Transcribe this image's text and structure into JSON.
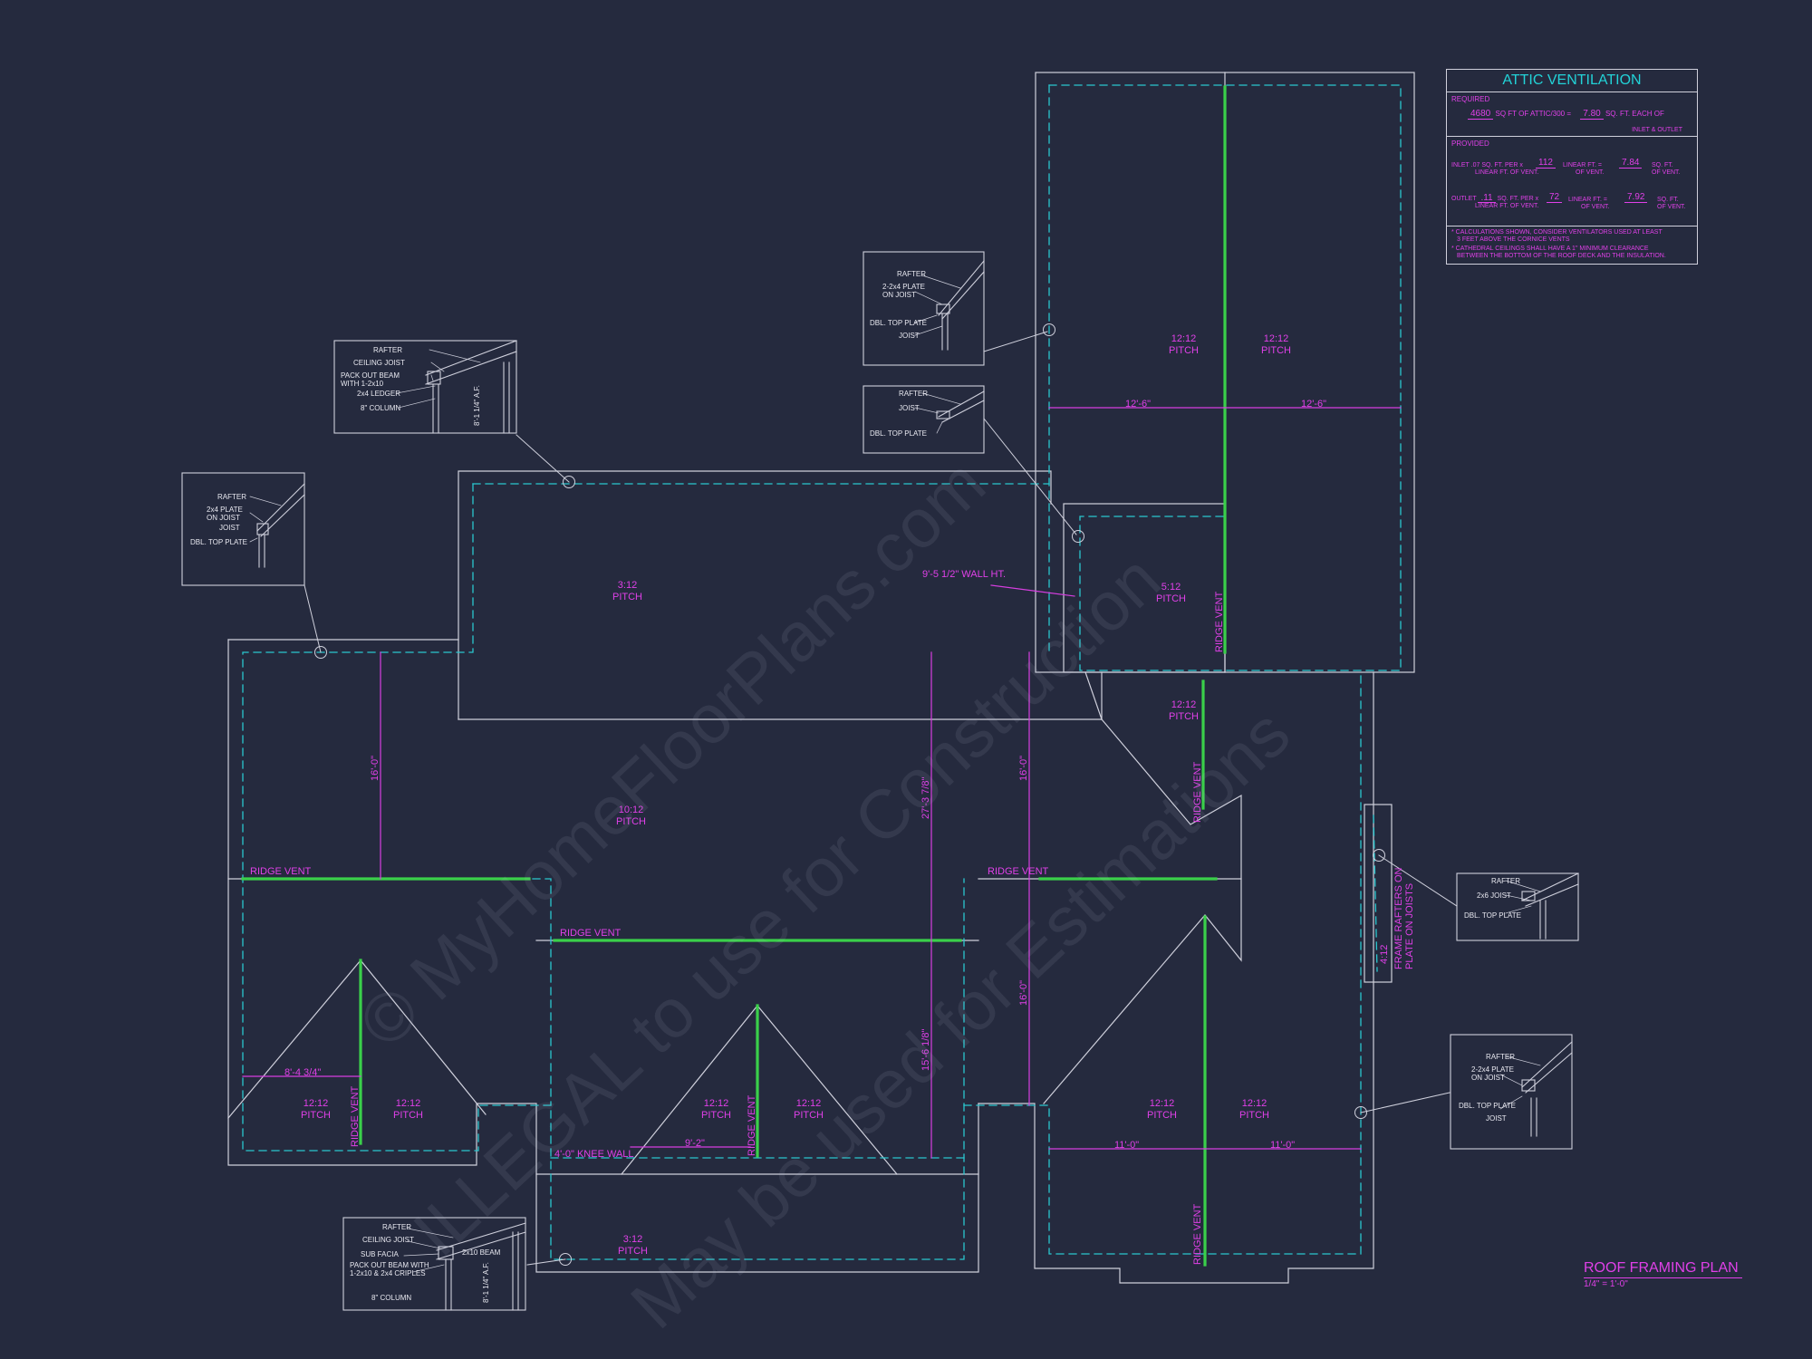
{
  "watermark": {
    "line1": "© MyHomeFloorPlans.com",
    "line2": "ILLEGAL to use for Construction",
    "line3": "May be used for Estimations"
  },
  "attic": {
    "title": "ATTIC VENTILATION",
    "required_label": "REQUIRED",
    "req_sqft": "4680",
    "req_text1": "SQ FT OF ATTIC/300 =",
    "req_result": "7.80",
    "req_text2": "SQ. FT. EACH OF",
    "req_text3": "INLET & OUTLET",
    "provided_label": "PROVIDED",
    "inlet_label": "INLET .07 SQ. FT. PER",
    "inlet_sub": "LINEAR FT. OF VENT.",
    "inlet_x": "x",
    "inlet_len": "112",
    "inlet_unit": "LINEAR FT. =",
    "inlet_unit2": "OF VENT.",
    "inlet_result": "7.84",
    "inlet_res_unit": "SQ. FT.",
    "inlet_res_unit2": "OF VENT.",
    "outlet_label": "OUTLET",
    "outlet_val": ".11",
    "outlet_text": "SQ. FT. PER x",
    "outlet_sub": "LINEAR FT. OF VENT.",
    "outlet_len": "72",
    "outlet_unit": "LINEAR FT. =",
    "outlet_unit2": "OF VENT.",
    "outlet_result": "7.92",
    "outlet_res_unit": "SQ. FT.",
    "outlet_res_unit2": "OF VENT.",
    "note1": "* CALCULATIONS SHOWN, CONSIDER VENTILATORS USED AT LEAST",
    "note1b": "3 FEET ABOVE THE CORNICE VENTS",
    "note2": "* CATHEDRAL CEILINGS SHALL HAVE A 1\" MINIMUM CLEARANCE",
    "note2b": "BETWEEN THE BOTTOM OF THE ROOF DECK AND THE INSULATION."
  },
  "title_block": {
    "title": "ROOF FRAMING PLAN",
    "scale": "1/4\" = 1'-0\""
  },
  "pitches": {
    "p1a": "3:12",
    "p1b": "PITCH",
    "p2a": "10:12",
    "p2b": "PITCH",
    "p3a": "12:12",
    "p3b": "PITCH",
    "p4a": "12:12",
    "p4b": "PITCH",
    "p5a": "5:12",
    "p5b": "PITCH",
    "p6a": "12:12",
    "p6b": "PITCH",
    "p7a": "12:12",
    "p7b": "PITCH",
    "p8a": "12:12",
    "p8b": "PITCH",
    "p9a": "12:12",
    "p9b": "PITCH",
    "p10a": "12:12",
    "p10b": "PITCH",
    "p11a": "12:12",
    "p11b": "PITCH",
    "p12a": "12:12",
    "p12b": "PITCH",
    "p13a": "3:12",
    "p13b": "PITCH"
  },
  "labels": {
    "ridge_vent": "RIDGE VENT",
    "wall_ht": "9'-5 1/2\" WALL HT.",
    "knee_wall": "4'-0\" KNEE WALL",
    "frame_rafters1": "FRAME RAFTERS ON",
    "frame_rafters2": "PLATE ON JOISTS",
    "pitch_4_12": "4:12"
  },
  "dims": {
    "d_12_6_a": "12'-6\"",
    "d_12_6_b": "12'-6\"",
    "d_16_0_a": "16'-0\"",
    "d_16_0_b": "16'-0\"",
    "d_16_0_c": "16'-0\"",
    "d_27_3": "27'-3 7/8\"",
    "d_15_6": "15'-6 1/8\"",
    "d_8_4": "8'-4 3/4\"",
    "d_9_2": "9'-2\"",
    "d_11_0_a": "11'-0\"",
    "d_11_0_b": "11'-0\""
  },
  "details": {
    "rafter": "RAFTER",
    "ceiling_joist": "CEILING JOIST",
    "pack_out1": "PACK OUT BEAM",
    "pack_out2": "WITH 1-2x10",
    "ledger": "2x4 LEDGER",
    "column": "8\" COLUMN",
    "ht": "8'-1 1/4\" A.F.",
    "plate_2x4_1": "2x4 PLATE",
    "plate_2x4_2": "ON JOIST",
    "joist": "JOIST",
    "dbl_top": "DBL. TOP PLATE",
    "plate_2x4b_1": "2-2x4 PLATE",
    "plate_2x4b_2": "ON JOIST",
    "joist_2x6": "2x6 JOIST",
    "sub_facia": "SUB FACIA",
    "beam_2x10": "2x10 BEAM",
    "pack_out3": "PACK OUT BEAM WITH",
    "pack_out4": "1-2x10 & 2x4 CRIPLES"
  }
}
